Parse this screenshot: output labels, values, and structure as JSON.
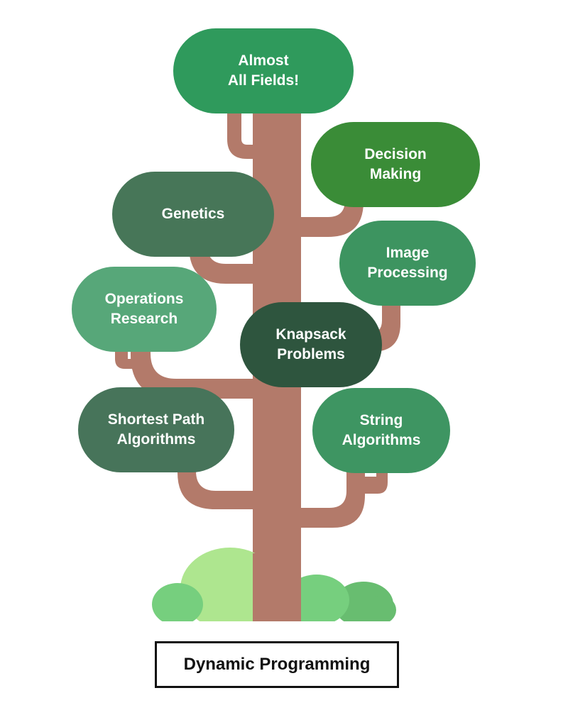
{
  "colors": {
    "trunk": "#b37a6a",
    "bush_light": "#aee68f",
    "bush_mid": "#76cf7e",
    "bush_dark": "#68bd70"
  },
  "leaves": {
    "almost": {
      "lines": [
        "Almost",
        "All Fields!"
      ],
      "color": "#2f9a5c"
    },
    "decision": {
      "lines": [
        "Decision",
        "Making"
      ],
      "color": "#3a8c37"
    },
    "genetics": {
      "lines": [
        "Genetics"
      ],
      "color": "#477658"
    },
    "image": {
      "lines": [
        "Image",
        "Processing"
      ],
      "color": "#3d9460"
    },
    "ops": {
      "lines": [
        "Operations",
        "Research"
      ],
      "color": "#57a779"
    },
    "knapsack": {
      "lines": [
        "Knapsack",
        "Problems"
      ],
      "color": "#2e553e"
    },
    "shortest": {
      "lines": [
        "Shortest Path",
        "Algorithms"
      ],
      "color": "#47745a"
    },
    "string": {
      "lines": [
        "String",
        "Algorithms"
      ],
      "color": "#3e9562"
    }
  },
  "caption": {
    "text": "Dynamic Programming"
  }
}
